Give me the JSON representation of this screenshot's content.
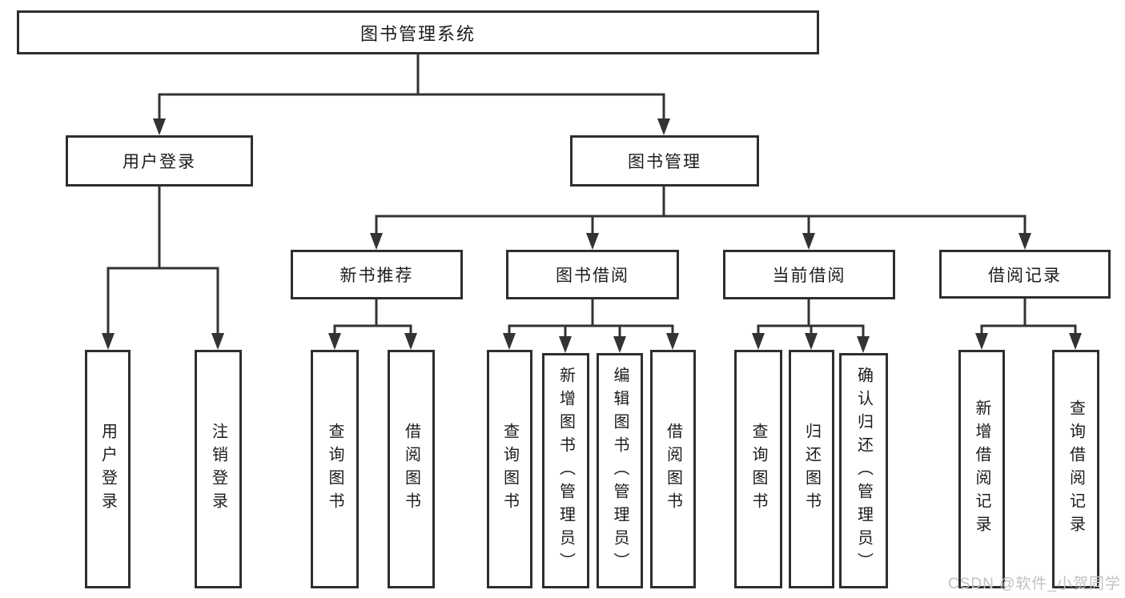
{
  "diagram": {
    "title": "图书管理系统",
    "watermark": "CSDN @软件_小贺同学"
  },
  "nodes": [
    {
      "id": "root",
      "label": "图书管理系统",
      "level": 1,
      "orientation": "horizontal"
    },
    {
      "id": "user-login-group",
      "label": "用户登录",
      "level": 2,
      "orientation": "horizontal"
    },
    {
      "id": "book-mgmt",
      "label": "图书管理",
      "level": 2,
      "orientation": "horizontal"
    },
    {
      "id": "new-book-rec",
      "label": "新书推荐",
      "level": 3,
      "orientation": "horizontal"
    },
    {
      "id": "book-borrow",
      "label": "图书借阅",
      "level": 3,
      "orientation": "horizontal"
    },
    {
      "id": "current-borrow",
      "label": "当前借阅",
      "level": 3,
      "orientation": "horizontal"
    },
    {
      "id": "borrow-record",
      "label": "借阅记录",
      "level": 3,
      "orientation": "horizontal"
    },
    {
      "id": "user-login",
      "label": "用户登录",
      "level": 4,
      "orientation": "vertical"
    },
    {
      "id": "logout-login",
      "label": "注销登录",
      "level": 4,
      "orientation": "vertical"
    },
    {
      "id": "query-book-1",
      "label": "查询图书",
      "level": 4,
      "orientation": "vertical"
    },
    {
      "id": "borrow-book-1",
      "label": "借阅图书",
      "level": 4,
      "orientation": "vertical"
    },
    {
      "id": "query-book-2",
      "label": "查询图书",
      "level": 4,
      "orientation": "vertical"
    },
    {
      "id": "add-book-admin",
      "label": "新增图书（管理员）",
      "level": 4,
      "orientation": "vertical"
    },
    {
      "id": "edit-book-admin",
      "label": "编辑图书（管理员）",
      "level": 4,
      "orientation": "vertical"
    },
    {
      "id": "borrow-book-2",
      "label": "借阅图书",
      "level": 4,
      "orientation": "vertical"
    },
    {
      "id": "query-book-3",
      "label": "查询图书",
      "level": 4,
      "orientation": "vertical"
    },
    {
      "id": "return-book",
      "label": "归还图书",
      "level": 4,
      "orientation": "vertical"
    },
    {
      "id": "confirm-return-admin",
      "label": "确认归还（管理员）",
      "level": 4,
      "orientation": "vertical"
    },
    {
      "id": "add-borrow-record",
      "label": "新增借阅记录",
      "level": 4,
      "orientation": "vertical"
    },
    {
      "id": "query-borrow-record",
      "label": "查询借阅记录",
      "level": 4,
      "orientation": "vertical"
    }
  ],
  "edges": [
    [
      "图书管理系统",
      "用户登录"
    ],
    [
      "图书管理系统",
      "图书管理"
    ],
    [
      "用户登录",
      "用户登录"
    ],
    [
      "用户登录",
      "注销登录"
    ],
    [
      "图书管理",
      "新书推荐"
    ],
    [
      "图书管理",
      "图书借阅"
    ],
    [
      "图书管理",
      "当前借阅"
    ],
    [
      "图书管理",
      "借阅记录"
    ],
    [
      "新书推荐",
      "查询图书"
    ],
    [
      "新书推荐",
      "借阅图书"
    ],
    [
      "图书借阅",
      "查询图书"
    ],
    [
      "图书借阅",
      "新增图书（管理员）"
    ],
    [
      "图书借阅",
      "编辑图书（管理员）"
    ],
    [
      "图书借阅",
      "借阅图书"
    ],
    [
      "当前借阅",
      "查询图书"
    ],
    [
      "当前借阅",
      "归还图书"
    ],
    [
      "当前借阅",
      "确认归还（管理员）"
    ],
    [
      "借阅记录",
      "新增借阅记录"
    ],
    [
      "借阅记录",
      "查询借阅记录"
    ]
  ],
  "colors": {
    "line": "#333333",
    "box_border": "#2e2e2e",
    "text": "#1c1c1c",
    "watermark": "#c2c2c2",
    "background": "#ffffff"
  }
}
